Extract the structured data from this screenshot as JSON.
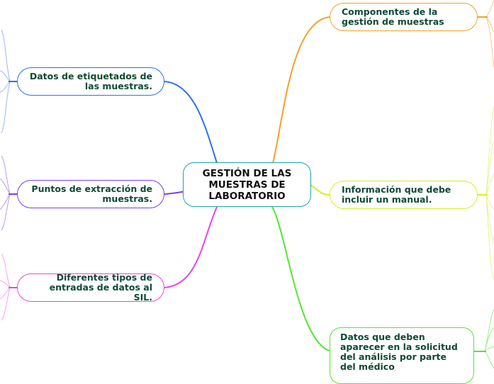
{
  "mindmap": {
    "central_topic": "GESTIÓN DE LAS MUESTRAS DE LABORATORIO",
    "branches": [
      {
        "label": "Datos de etiquetados de las muestras.",
        "side": "left",
        "color": "#2f6ff0"
      },
      {
        "label": "Puntos de extracción de muestras.",
        "side": "left",
        "color": "#7a3ee6"
      },
      {
        "label": "Diferentes tipos de entradas de datos al SIL.",
        "side": "left",
        "color": "#e645e6"
      },
      {
        "label": "Componentes de la gestión de muestras",
        "side": "right",
        "color": "#f5a02a"
      },
      {
        "label": "Información que debe incluir un manual.",
        "side": "right",
        "color": "#d4ef2a"
      },
      {
        "label": "Datos que deben aparecer en la solicitud del análisis por parte del médico",
        "side": "right",
        "color": "#55e632"
      }
    ],
    "colors": {
      "central_border": "#1aa6a6",
      "node_text": "#0f4a34"
    }
  }
}
